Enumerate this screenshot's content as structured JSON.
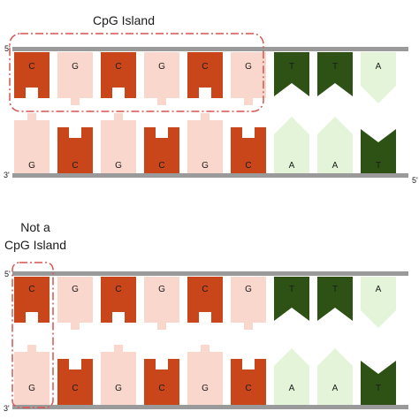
{
  "top_panel": {
    "label": "CpG Island",
    "end_marks": [
      "5'",
      "3'",
      "5'"
    ],
    "upper_strand": [
      "C",
      "G",
      "C",
      "G",
      "C",
      "G",
      "T",
      "T",
      "A"
    ],
    "lower_strand": [
      "G",
      "C",
      "G",
      "C",
      "G",
      "C",
      "A",
      "A",
      "T"
    ]
  },
  "bottom_panel": {
    "label_lines": [
      "Not a",
      "CpG Island"
    ],
    "end_marks": [
      "5'",
      "3'"
    ],
    "upper_strand": [
      "C",
      "G",
      "C",
      "G",
      "C",
      "G",
      "T",
      "T",
      "A"
    ],
    "lower_strand": [
      "G",
      "C",
      "G",
      "C",
      "G",
      "C",
      "A",
      "A",
      "T"
    ]
  },
  "colors": {
    "C": "#c9461b",
    "G": "#fad7cc",
    "T": "#2e5216",
    "A": "#e3f4d8",
    "backbone": "#9a9a9a",
    "highlight_box": "#d9534f"
  }
}
